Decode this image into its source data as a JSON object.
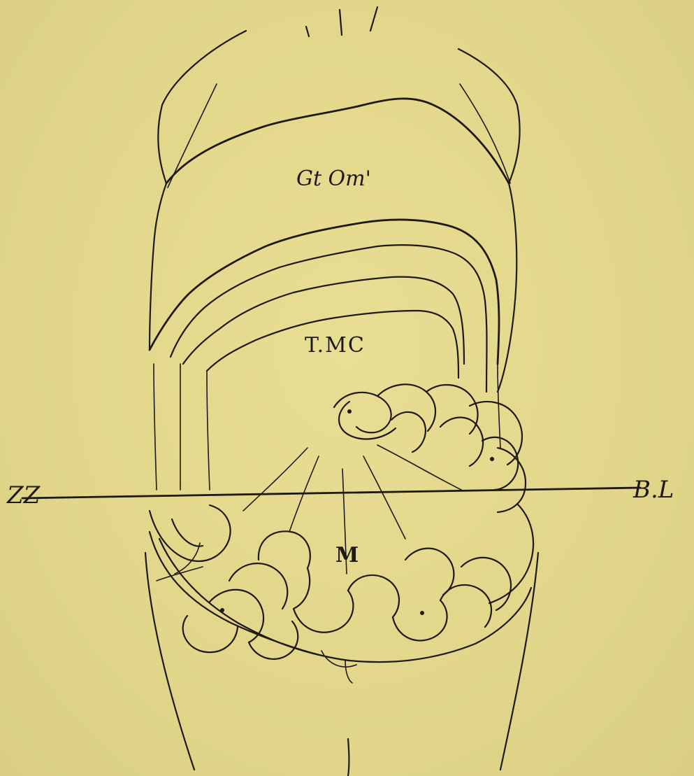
{
  "labels": {
    "greater_omentum": "Gt Om'",
    "transverse_mesocolon": "T.MC",
    "mesentery": "M",
    "left_line_end": "ZZ",
    "right_line_end": "B.L"
  },
  "colors": {
    "paper": "#e3d98c",
    "ink": "#1d1a12"
  }
}
